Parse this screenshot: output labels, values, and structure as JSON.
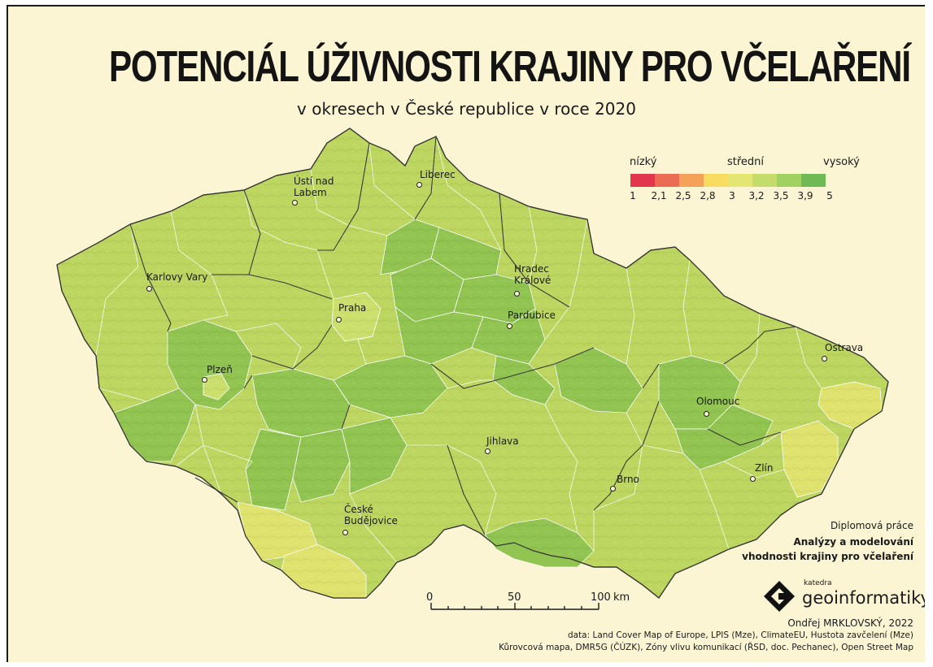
{
  "title": "POTENCIÁL ÚŽIVNOSTI KRAJINY PRO VČELAŘENÍ",
  "subtitle": "v okresech v České republice v roce 2020",
  "legend": {
    "low": "nízký",
    "mid": "střední",
    "high": "vysoký",
    "ticks": [
      "1",
      "2,1",
      "2,5",
      "2,8",
      "3",
      "3,2",
      "3,5",
      "3,9",
      "5"
    ],
    "colors": [
      "#e2354e",
      "#ec6b55",
      "#f5a15a",
      "#f7dc60",
      "#e3e673",
      "#c3dc6a",
      "#a1d161",
      "#6fba54"
    ]
  },
  "cities": {
    "usti": "Ústí nad\nLabem",
    "liberec": "Liberec",
    "karlovy_vary": "Karlovy Vary",
    "hradec": "Hradec\nKrálové",
    "praha": "Praha",
    "pardubice": "Pardubice",
    "plzen": "Plzeň",
    "ostrava": "Ostrava",
    "olomouc": "Olomouc",
    "jihlava": "Jihlava",
    "brno": "Brno",
    "zlin": "Zlín",
    "ceske_budejovice": "České\nBudějovice"
  },
  "scale": {
    "ticks": [
      "0",
      "50",
      "100"
    ],
    "unit": "km"
  },
  "thesis": {
    "label": "Diplomová práce",
    "title_line1": "Analýzy a modelování",
    "title_line2": "vhodnosti krajiny pro včelaření"
  },
  "logo": {
    "small": "katedra",
    "big": "geoinformatiky"
  },
  "author": "Ondřej MRKLOVSKÝ, 2022",
  "data_line1": "data: Land Cover Map of Europe, LPIS (Mze), ClimateEU, Hustota zavčelení (Mze)",
  "data_line2": "Kůrovcová mapa, DMR5G (ČÚZK), Zóny vlivu komunikací (ŘSD, doc. Pechanec), Open Street Map"
}
